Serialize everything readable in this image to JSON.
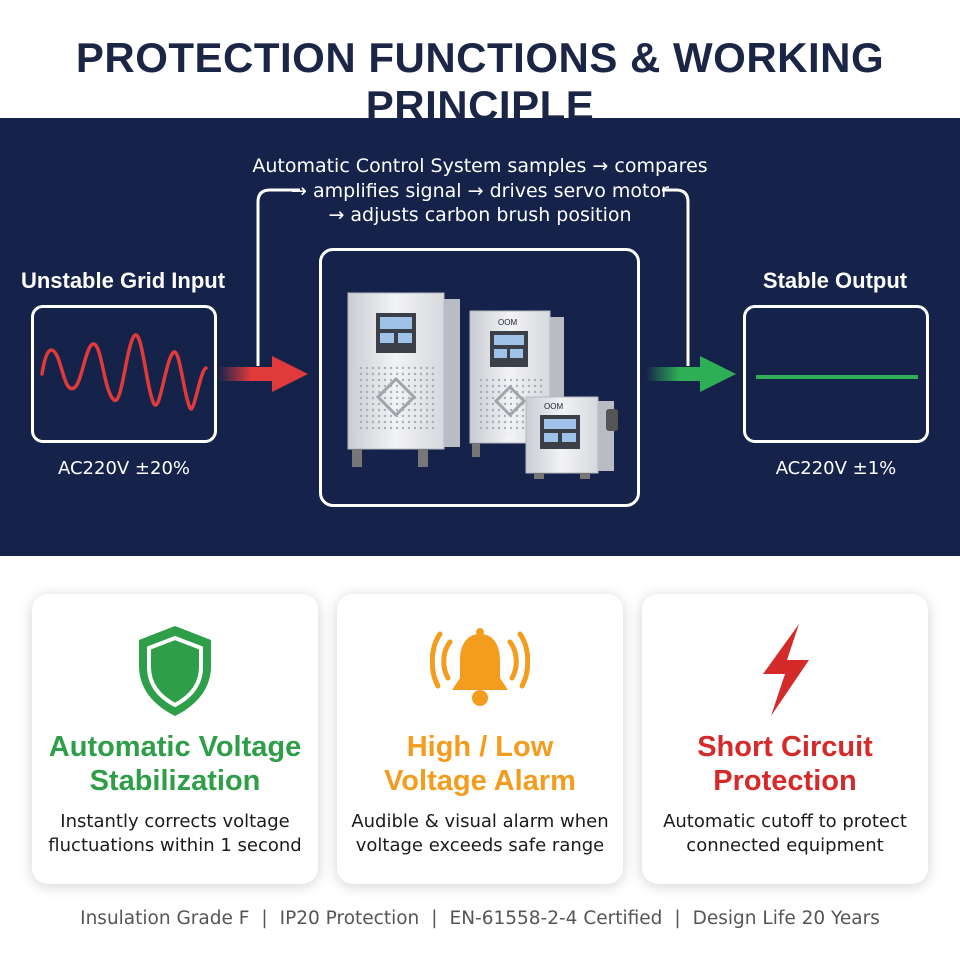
{
  "title": "PROTECTION FUNCTIONS & WORKING PRINCIPLE",
  "control_system": {
    "lines": [
      "Automatic Control System samples → compares",
      "→ amplifies signal → drives servo motor",
      "→ adjusts carbon brush position"
    ]
  },
  "input": {
    "label": "Unstable Grid Input",
    "voltage": "AC220V ±20%",
    "wave_color": "#e03a3a"
  },
  "output": {
    "label": "Stable Output",
    "voltage": "AC220V ±1%",
    "line_color": "#2eae55"
  },
  "product": {
    "brand": "OOM"
  },
  "features": [
    {
      "icon": "shield-icon",
      "title_lines": [
        "Automatic Voltage",
        "Stabilization"
      ],
      "desc_lines": [
        "Instantly corrects voltage",
        "fluctuations within 1 second"
      ],
      "color": "#2e9e48"
    },
    {
      "icon": "bell-icon",
      "title_lines": [
        "High / Low",
        "Voltage Alarm"
      ],
      "desc_lines": [
        "Audible & visual alarm when",
        "voltage exceeds safe range"
      ],
      "color": "#f39c1d"
    },
    {
      "icon": "lightning-icon",
      "title_lines": [
        "Short Circuit",
        "Protection"
      ],
      "desc_lines": [
        "Automatic cutoff to protect",
        "connected equipment"
      ],
      "color": "#d42a2a"
    }
  ],
  "footer": [
    "Insulation Grade F",
    "IP20 Protection",
    "EN-61558-2-4 Certified",
    "Design Life 20 Years"
  ],
  "colors": {
    "navy": "#15234a",
    "title": "#1b2647"
  }
}
